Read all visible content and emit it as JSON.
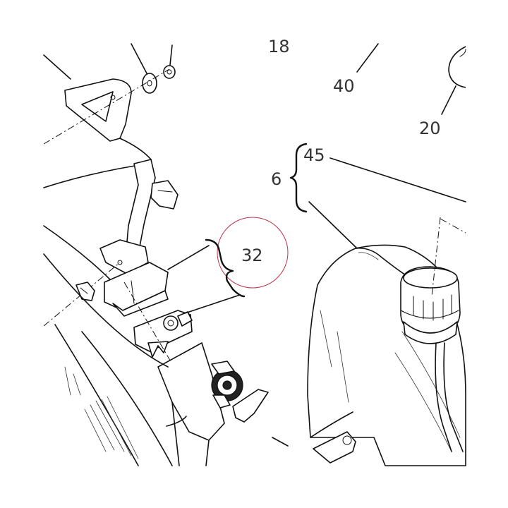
{
  "callouts": {
    "c18": "18",
    "c40": "40",
    "c20": "20",
    "c45": "45",
    "c6": "6",
    "c32": "32"
  },
  "colors": {
    "line": "#111111",
    "background": "#ffffff",
    "highlight_circle": "#c0304a",
    "label": "#333333"
  }
}
